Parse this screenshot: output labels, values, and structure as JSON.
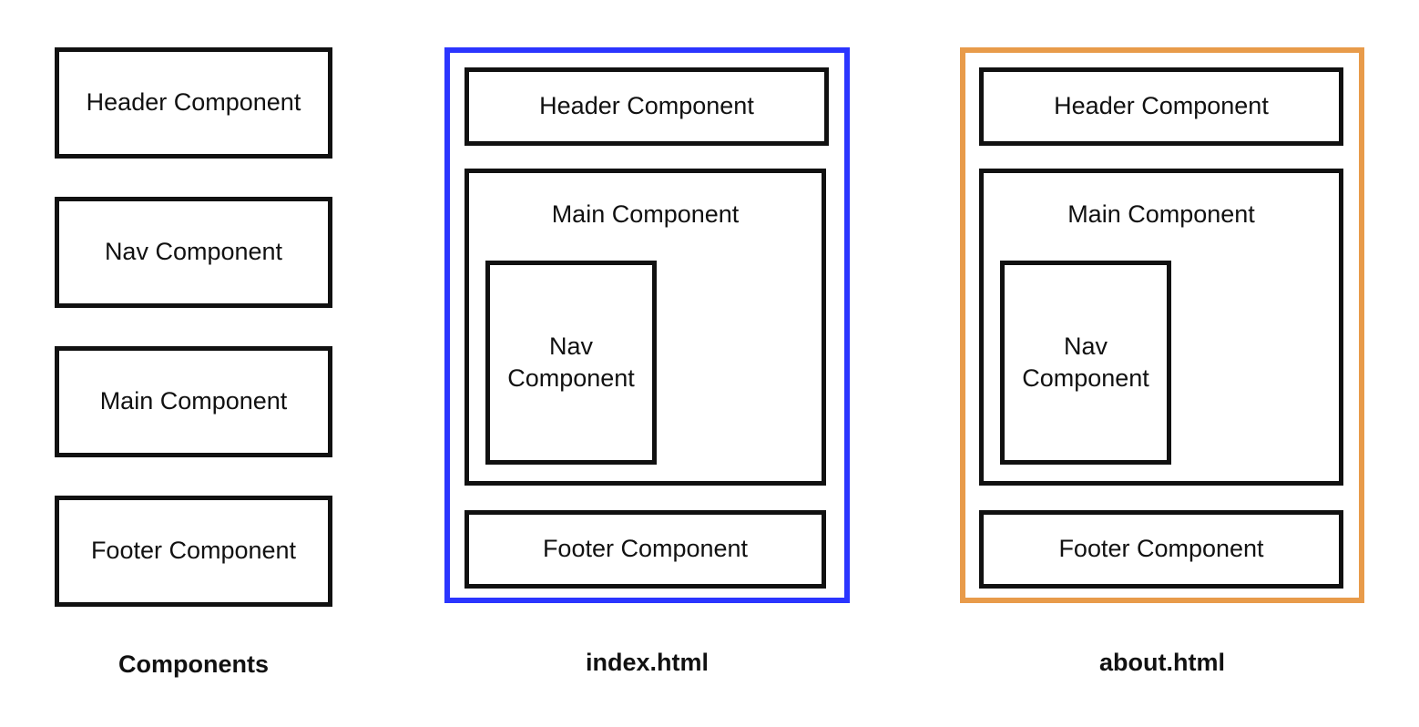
{
  "components_column": {
    "header_label": "Header Component",
    "nav_label": "Nav Component",
    "main_label": "Main Component",
    "footer_label": "Footer Component",
    "caption": "Components"
  },
  "pages": [
    {
      "caption": "index.html",
      "border_color": "#2b35ff",
      "header_label": "Header Component",
      "main_label": "Main Component",
      "nav_label": "Nav Component",
      "footer_label": "Footer Component"
    },
    {
      "caption": "about.html",
      "border_color": "#e89b4a",
      "header_label": "Header Component",
      "main_label": "Main Component",
      "nav_label": "Nav Component",
      "footer_label": "Footer Component"
    }
  ]
}
